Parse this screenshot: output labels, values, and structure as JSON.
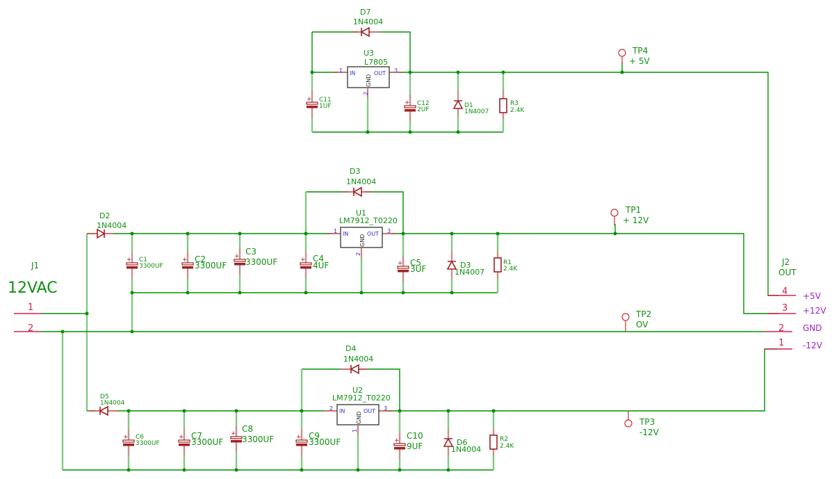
{
  "schematic": {
    "j1": {
      "ref": "J1",
      "value": "12VAC",
      "pins": [
        "1",
        "2"
      ]
    },
    "j2": {
      "ref": "J2",
      "value": "OUT",
      "pins": [
        {
          "num": "4",
          "name": "+5V"
        },
        {
          "num": "3",
          "name": "+12V"
        },
        {
          "num": "2",
          "name": "GND"
        },
        {
          "num": "1",
          "name": "-12V"
        }
      ]
    },
    "regulators": {
      "u3": {
        "ref": "U3",
        "value": "L7805",
        "in_pin": "1",
        "out_pin": "3",
        "gnd_pin": "2",
        "in": "IN",
        "out": "OUT",
        "gnd": "GND"
      },
      "u1": {
        "ref": "U1",
        "value": "LM7912_T0220",
        "in_pin": "1",
        "out_pin": "3",
        "gnd_pin": "2",
        "in": "IN",
        "out": "OUT",
        "gnd": "GND"
      },
      "u2": {
        "ref": "U2",
        "value": "LM7912_T0220",
        "in_pin": "2",
        "out_pin": "3",
        "gnd_pin": "1",
        "in": "IN",
        "out": "OUT",
        "gnd": "GND"
      }
    },
    "diodes": {
      "d7": {
        "ref": "D7",
        "value": "1N4004"
      },
      "d1": {
        "ref": "D1",
        "value": "1N4007"
      },
      "d2": {
        "ref": "D2",
        "value": "1N4004"
      },
      "d3a": {
        "ref": "D3",
        "value": "1N4004"
      },
      "d3b": {
        "ref": "D3",
        "value": "1N4007"
      },
      "d4": {
        "ref": "D4",
        "value": "1N4004"
      },
      "d5": {
        "ref": "D5",
        "value": "1N4004"
      },
      "d6": {
        "ref": "D6",
        "value": "1N4004"
      }
    },
    "capacitors": {
      "c11": {
        "ref": "C11",
        "value": "1UF"
      },
      "c12": {
        "ref": "C12",
        "value": "2UF"
      },
      "c1": {
        "ref": "C1",
        "value": "3300UF"
      },
      "c2": {
        "ref": "C2",
        "value": "3300UF"
      },
      "c3": {
        "ref": "C3",
        "value": "3300UF"
      },
      "c4": {
        "ref": "C4",
        "value": "4UF"
      },
      "c5": {
        "ref": "C5",
        "value": "3UF"
      },
      "c6": {
        "ref": "C6",
        "value": "3300UF"
      },
      "c7": {
        "ref": "C7",
        "value": "3300UF"
      },
      "c8": {
        "ref": "C8",
        "value": "3300UF"
      },
      "c9": {
        "ref": "C9",
        "value": "3300UF"
      },
      "c10": {
        "ref": "C10",
        "value": "9UF"
      }
    },
    "resistors": {
      "r3": {
        "ref": "R3",
        "value": "2.4K"
      },
      "r1": {
        "ref": "R1",
        "value": "2.4K"
      },
      "r2": {
        "ref": "R2",
        "value": "2.4K"
      }
    },
    "testpoints": {
      "tp4": {
        "ref": "TP4",
        "value": "+ 5V"
      },
      "tp1": {
        "ref": "TP1",
        "value": "+ 12V"
      },
      "tp2": {
        "ref": "TP2",
        "value": "OV"
      },
      "tp3": {
        "ref": "TP3",
        "value": "-12V"
      }
    },
    "plus_sign": "+"
  }
}
